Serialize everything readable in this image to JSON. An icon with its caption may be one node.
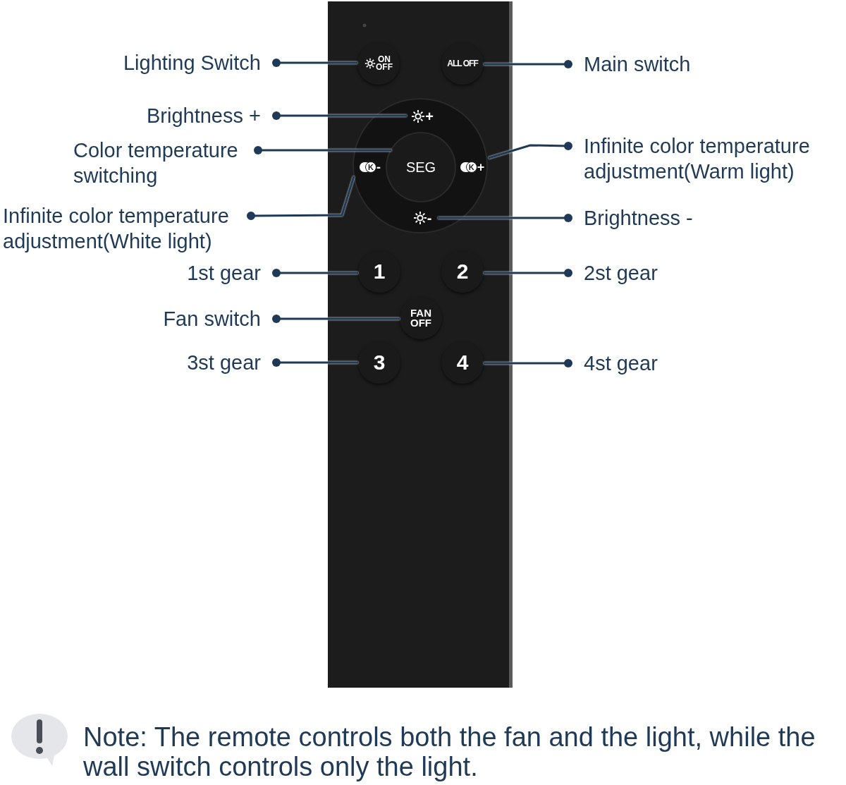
{
  "diagram": {
    "nodes": [
      {
        "text": [
          "Lighting Switch"
        ]
      },
      {
        "text": [
          "ON OFF"
        ]
      },
      {
        "text": [
          "ALL OFF"
        ]
      },
      {
        "text": [
          "Main switch"
        ]
      },
      {
        "text": [
          "Brightness +"
        ]
      },
      {
        "text": [
          "+"
        ]
      },
      {
        "text": [
          "Color temperature switching"
        ]
      },
      {
        "text": [
          "SEG"
        ]
      },
      {
        "text": [
          "K",
          "-"
        ]
      },
      {
        "text": [
          "K",
          "+"
        ]
      },
      {
        "text": [
          "Infinite color temperature adjustment(Warm light)"
        ]
      },
      {
        "text": [
          "Infinite color temperature adjustment(White light)"
        ]
      },
      {
        "text": [
          "-"
        ]
      },
      {
        "text": [
          "Brightness -"
        ]
      },
      {
        "text": [
          "1st gear"
        ]
      },
      {
        "text": [
          "1"
        ]
      },
      {
        "text": [
          "2"
        ]
      },
      {
        "text": [
          "2st gear"
        ]
      },
      {
        "text": [
          "Fan switch"
        ]
      },
      {
        "text": [
          "FAN OFF"
        ]
      },
      {
        "text": [
          "3st gear"
        ]
      },
      {
        "text": [
          "3"
        ]
      },
      {
        "text": [
          "4"
        ]
      },
      {
        "text": [
          "4st gear"
        ]
      }
    ],
    "edges": [
      {
        "from": 0,
        "to": 1,
        "arrow": "other"
      },
      {
        "from": 3,
        "to": 2,
        "arrow": "other"
      },
      {
        "from": 4,
        "to": 5,
        "arrow": "other"
      },
      {
        "from": 6,
        "to": 7,
        "arrow": "other"
      },
      {
        "from": 10,
        "to": 9,
        "arrow": "other"
      },
      {
        "from": 11,
        "to": 8,
        "arrow": "other"
      },
      {
        "from": 13,
        "to": 12,
        "arrow": "other"
      },
      {
        "from": 14,
        "to": 15,
        "arrow": "other"
      },
      {
        "from": 17,
        "to": 16,
        "arrow": "other"
      },
      {
        "from": 18,
        "to": 19,
        "arrow": "other"
      },
      {
        "from": 20,
        "to": 21,
        "arrow": "other"
      },
      {
        "from": 23,
        "to": 22,
        "arrow": "other"
      }
    ],
    "labels": [
      "Note: The remote controls both the fan and the light, while the wall switch controls only the light."
    ]
  }
}
